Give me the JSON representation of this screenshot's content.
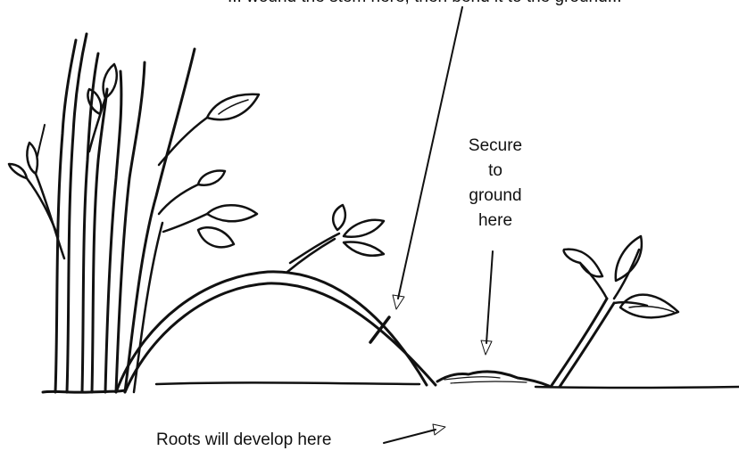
{
  "labels": {
    "top_partial": "... wound the stem here, then bend it to the ground...",
    "secure": [
      "Secure",
      "to",
      "ground",
      "here"
    ],
    "roots": "Roots will develop here"
  },
  "colors": {
    "ink": "#111111",
    "background": "#ffffff"
  }
}
